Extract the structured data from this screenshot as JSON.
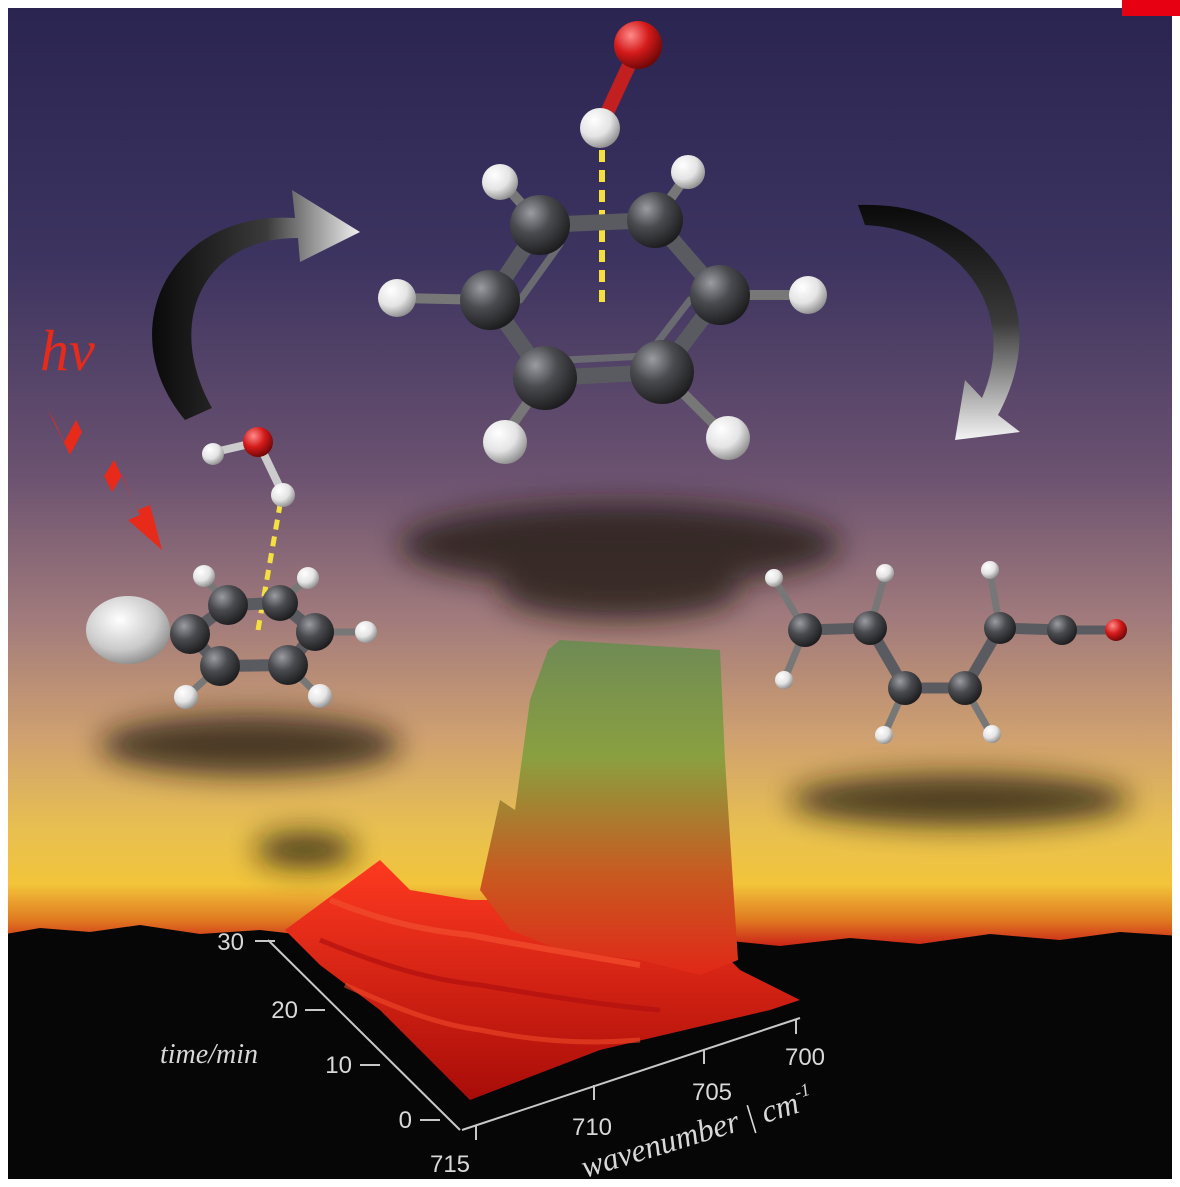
{
  "photon_label": {
    "h": "h",
    "nu": "ν"
  },
  "axes": {
    "time": {
      "label": "time/min",
      "ticks": [
        "0",
        "10",
        "20",
        "30"
      ]
    },
    "wavenumber": {
      "label": "wavenumber",
      "unit_sep": " | ",
      "unit": "cm",
      "unit_exp": "-1",
      "ticks": [
        "715",
        "710",
        "705",
        "700"
      ]
    }
  },
  "colors": {
    "sky_top": "#2a2450",
    "sky_mid": "#7a5a78",
    "horizon_glow": "#f2c43a",
    "horizon_red": "#c81818",
    "ground": "#060606",
    "carbon": "#3a3b3e",
    "hydrogen": "#ececec",
    "oxygen": "#d01818",
    "hbond": "#f4e040",
    "photon": "#e82a1a",
    "corner_tab": "#e60012"
  }
}
